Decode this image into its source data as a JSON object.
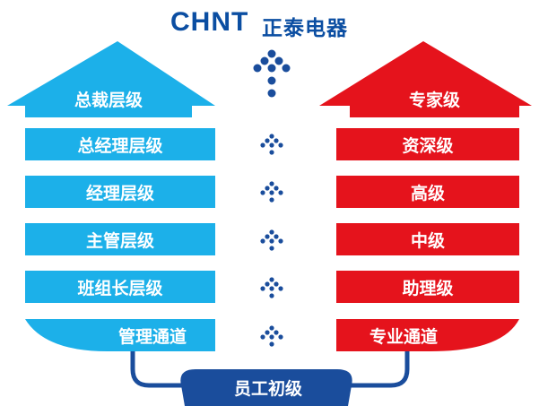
{
  "brand": {
    "en": "CHNT",
    "cn": "正泰电器"
  },
  "management": {
    "top": "总裁层级",
    "levels": [
      "总经理层级",
      "经理层级",
      "主管层级",
      "班组长层级"
    ],
    "channel": "管理通道"
  },
  "professional": {
    "top": "专家级",
    "levels": [
      "资深级",
      "高级",
      "中级",
      "助理级"
    ],
    "channel": "专业通道"
  },
  "entry": "员工初级",
  "colors": {
    "management": "#1cb0e9",
    "professional": "#e5131c",
    "connector": "#1a4d9c",
    "brand": "#0b4ea2"
  },
  "icons": {
    "up": "arrow-dots-up-icon"
  }
}
